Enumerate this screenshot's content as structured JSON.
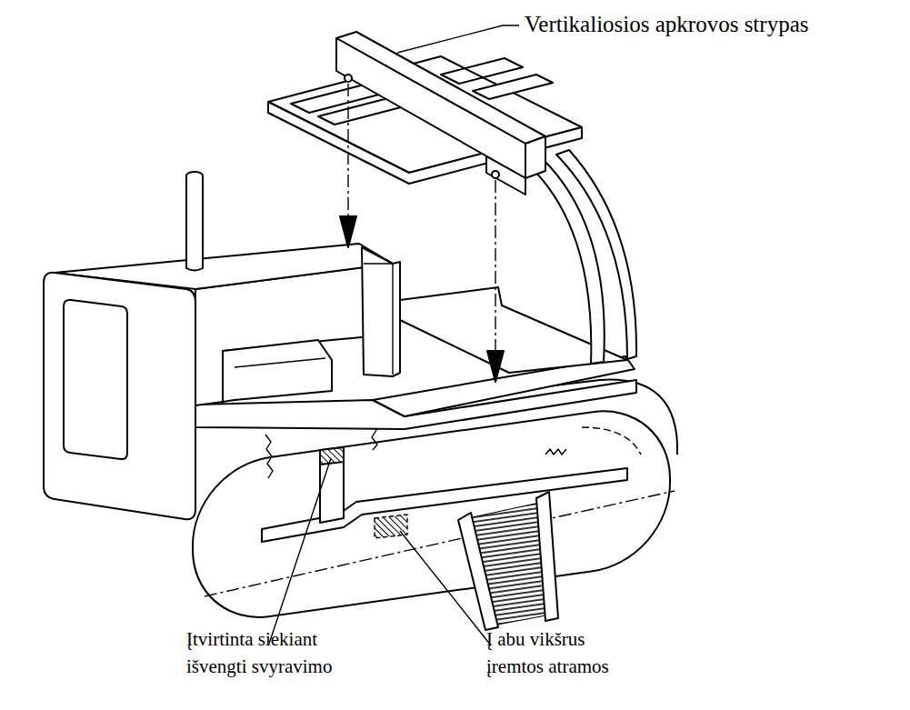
{
  "diagram": {
    "labels": [
      "Vertikaliosios apkrovos strypas",
      "Įtvirtinta siekiant išvengti svyravimo",
      "Į abu vikšrus įremtos atramos"
    ]
  }
}
